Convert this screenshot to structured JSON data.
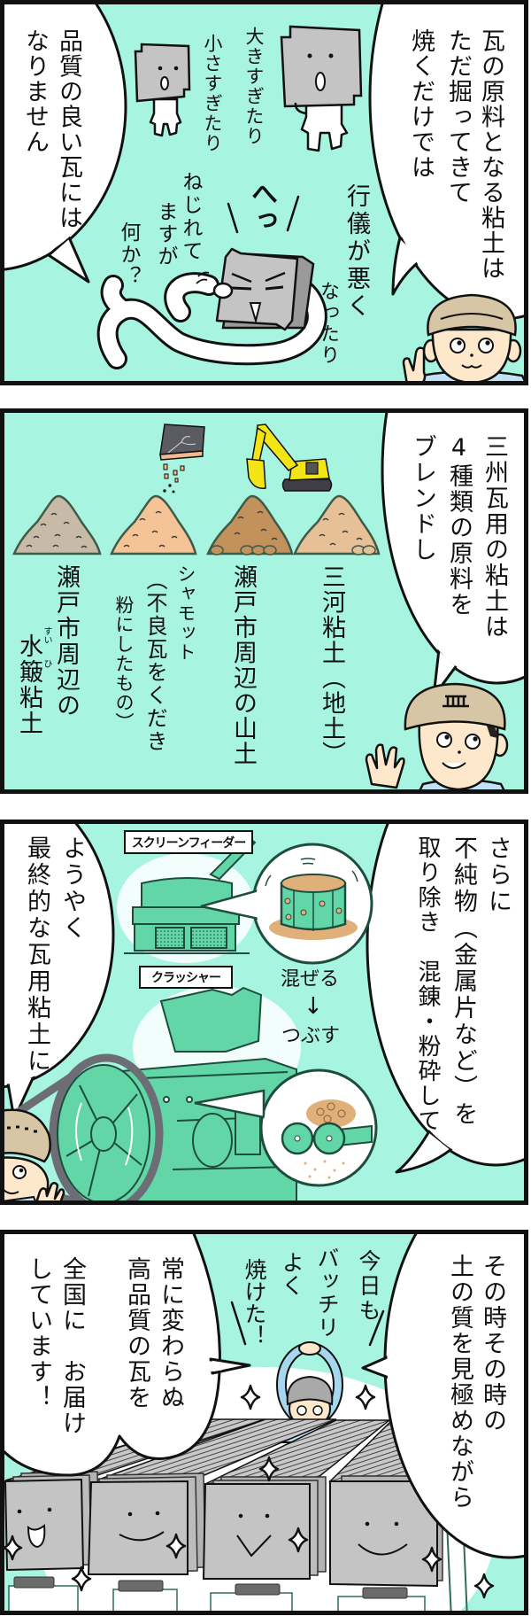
{
  "colors": {
    "panel_bg": "#a7f4e0",
    "outline": "#111111",
    "bubble": "#ffffff",
    "machine_green": "#63d6a7",
    "machine_line": "#1e4d3e",
    "tile_gray": "#c4c4c4",
    "excavator_yellow": "#f3e416",
    "cap_beige": "#d6c6a6",
    "skin": "#fde8cc",
    "shirt_blue": "#bfe3f5",
    "clay_particles": "#e0b07a"
  },
  "panel1": {
    "bubble_right": [
      "瓦の原料となる粘土は",
      "ただ掘ってきて",
      "焼くだけでは"
    ],
    "bubble_left": [
      "品質の良い瓦には",
      "なりません"
    ],
    "text_big_tile": "大きすぎたり",
    "text_small_tile": "小さすぎたり",
    "text_bad_manners": [
      "行儀が悪く",
      "なったり"
    ],
    "text_twisted_tile": [
      "ねじれて",
      "ますが",
      "何か？"
    ],
    "exclamation": "へっ"
  },
  "panel2": {
    "bubble_right": [
      "三州瓦用の粘土は",
      "4種類の原料を",
      "ブレンドし"
    ],
    "materials": [
      {
        "lines": [
          "三河粘土（地土）"
        ]
      },
      {
        "lines": [
          "瀬戸市周辺の山土"
        ]
      },
      {
        "lines": [
          "シャモット",
          "（不良瓦をくだき",
          "粉にしたもの）"
        ]
      },
      {
        "lines": [
          "瀬戸市周辺の",
          "水簸粘土"
        ],
        "ruby": [
          "すい",
          "ひ"
        ]
      }
    ],
    "mound_colors": [
      "#c7baa6",
      "#f4c396",
      "#c2915c",
      "#e6c197"
    ]
  },
  "panel3": {
    "bubble_right": [
      "さらに",
      "不純物（金属片など）を",
      "取り除き　混錬・粉砕して"
    ],
    "bubble_left": [
      "ようやく",
      "最終的な瓦用粘土に"
    ],
    "labels": {
      "screen_feeder": "スクリーンフィーダー",
      "crusher": "クラッシャー"
    },
    "process": {
      "mix": "混ぜる",
      "arrow": "↓",
      "crush": "つぶす"
    }
  },
  "panel4": {
    "bubble_right": [
      "その時その時の",
      "土の質を見極めながら"
    ],
    "bubble_left": [
      "常に変わらぬ",
      "高品質の瓦を",
      "全国に　お届け",
      "しています！"
    ],
    "shout": [
      "今日も",
      "バッチリ",
      "よく",
      "焼けた！"
    ]
  }
}
